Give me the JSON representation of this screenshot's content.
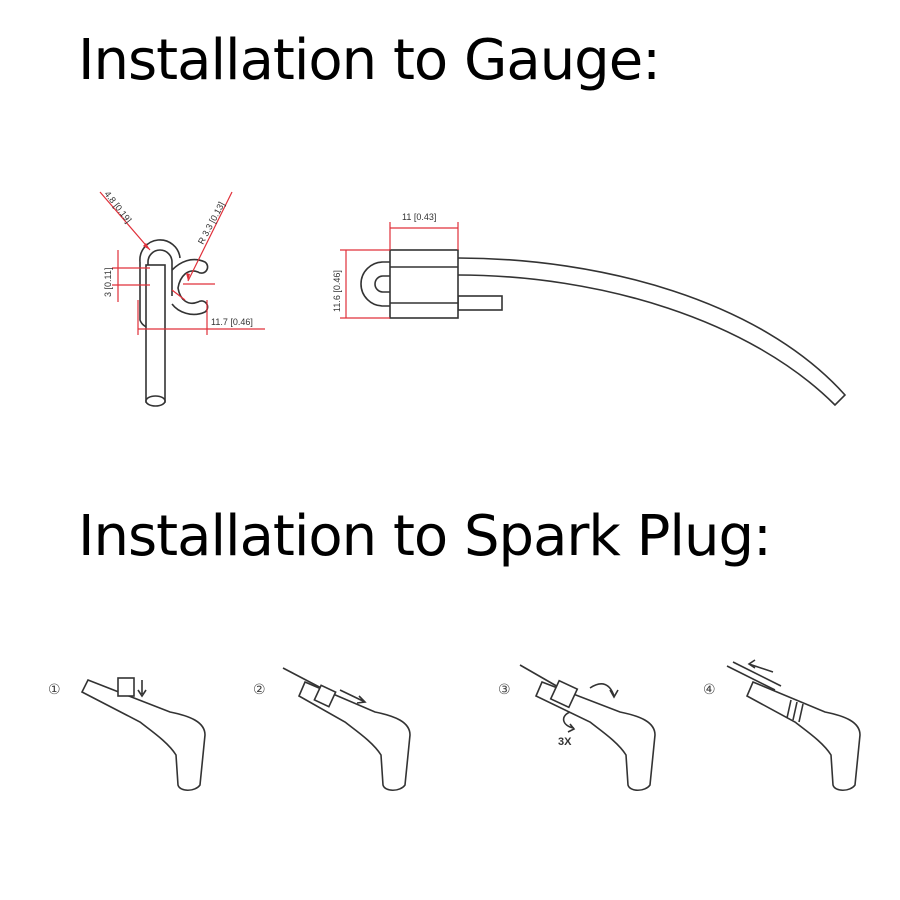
{
  "titles": {
    "gauge": "Installation to Gauge:",
    "spark_plug": "Installation to Spark Plug:"
  },
  "gauge_diagram": {
    "side_view": {
      "dim_diameter": "4.8 [0.19]",
      "dim_radius": "R 3.3 [0.13]",
      "dim_gap": "3 [0.11]",
      "dim_width": "11.7 [0.46]"
    },
    "top_view": {
      "dim_length": "11 [0.43]",
      "dim_height": "11.6 [0.46]"
    }
  },
  "spark_plug_steps": [
    {
      "number": "①"
    },
    {
      "number": "②"
    },
    {
      "number": "③",
      "note": "3X"
    },
    {
      "number": "④"
    }
  ],
  "colors": {
    "dimension": "#e0303a",
    "line": "#333333"
  }
}
